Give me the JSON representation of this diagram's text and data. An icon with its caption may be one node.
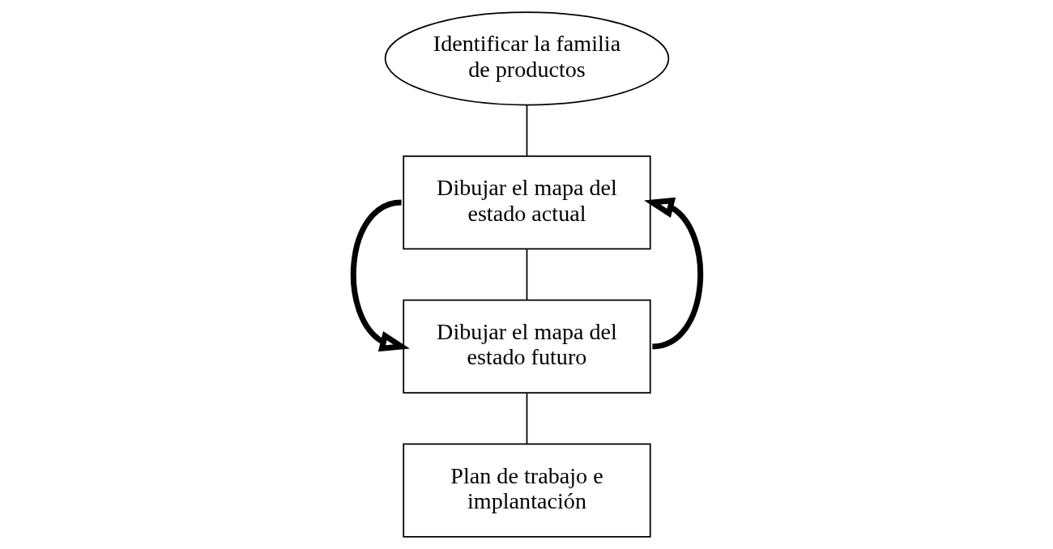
{
  "diagram": {
    "nodes": [
      {
        "text": [
          "Identificar la familia de productos"
        ]
      },
      {
        "text": [
          "Dibujar el mapa del estado actual"
        ]
      },
      {
        "text": [
          "Dibujar el mapa del estado futuro"
        ]
      },
      {
        "text": [
          "Plan de trabajo e implantación"
        ]
      }
    ],
    "edges": [
      {
        "from": 0,
        "to": 1,
        "arrow": "none"
      },
      {
        "from": 1,
        "to": 2,
        "arrow": "none"
      },
      {
        "from": 2,
        "to": 3,
        "arrow": "none"
      },
      {
        "from": 1,
        "to": 2,
        "arrow": "to",
        "style": "thick"
      },
      {
        "from": 2,
        "to": 1,
        "arrow": "to",
        "style": "thick"
      }
    ]
  }
}
